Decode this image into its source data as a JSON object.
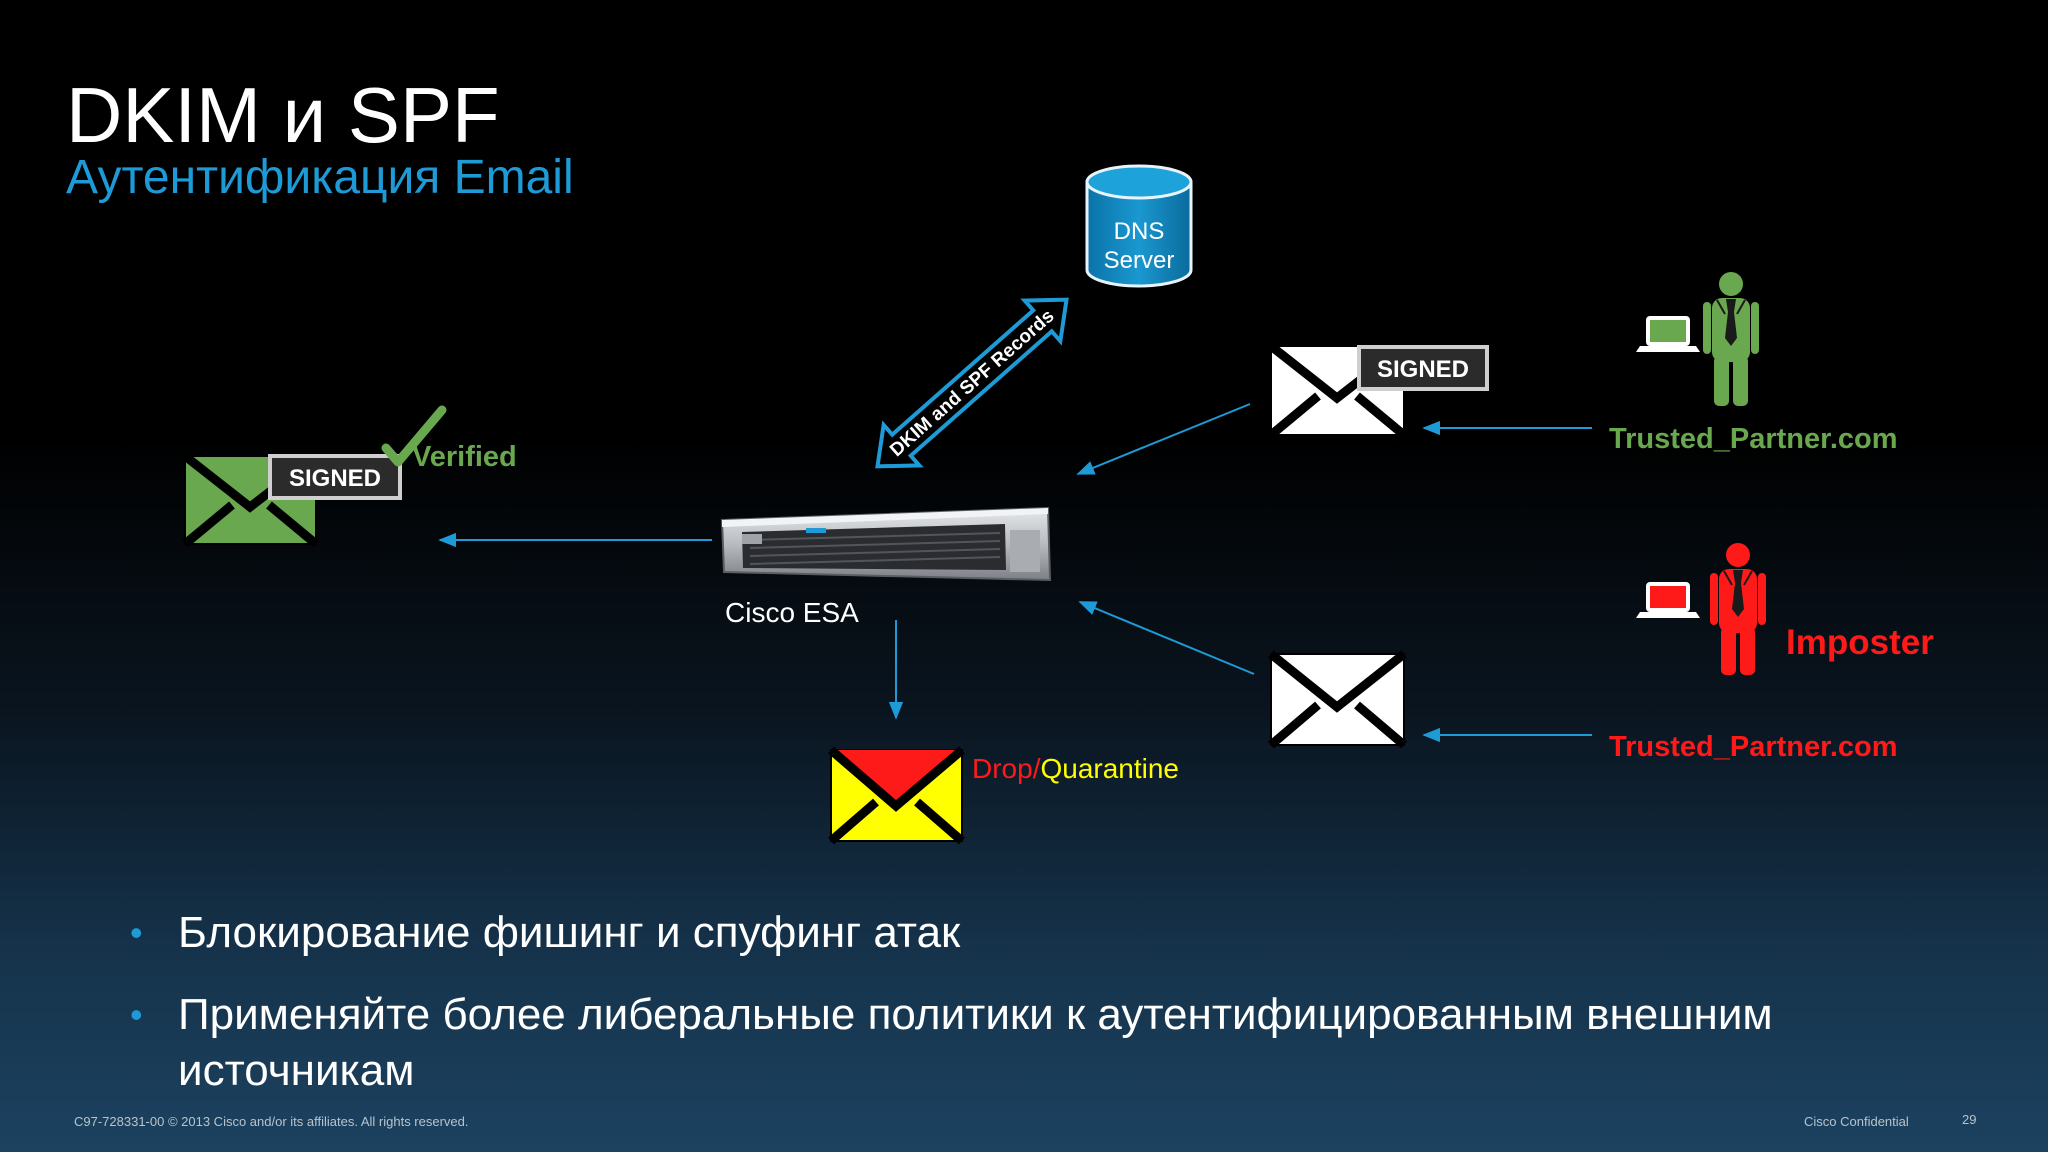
{
  "title": "DKIM и SPF",
  "subtitle": "Аутентификация Email",
  "diagram": {
    "dns_server": {
      "line1": "DNS",
      "line2": "Server"
    },
    "records_label": "DKIM and SPF Records",
    "esa_label": "Cisco ESA",
    "signed_badge": "SIGNED",
    "verified_label": "Verified",
    "drop_label": "Drop/",
    "quarantine_label": "Quarantine",
    "trusted_partner_label": "Trusted_Partner.com",
    "imposter_domain_label": "Trusted_Partner.com",
    "imposter_label": "Imposter",
    "colors": {
      "accent_blue": "#1e9ad6",
      "trusted_green": "#6aa84f",
      "imposter_red": "#ff1a1a",
      "quarantine_yellow": "#ffff00"
    }
  },
  "bullets": [
    "Блокирование фишинг  и спуфинг атак",
    "Применяйте более либеральные политики к аутентифицированным внешним источникам"
  ],
  "footer": {
    "copyright": "C97-728331-00 © 2013 Cisco and/or its affiliates. All rights reserved.",
    "confidential": "Cisco Confidential",
    "page_number": "29"
  }
}
